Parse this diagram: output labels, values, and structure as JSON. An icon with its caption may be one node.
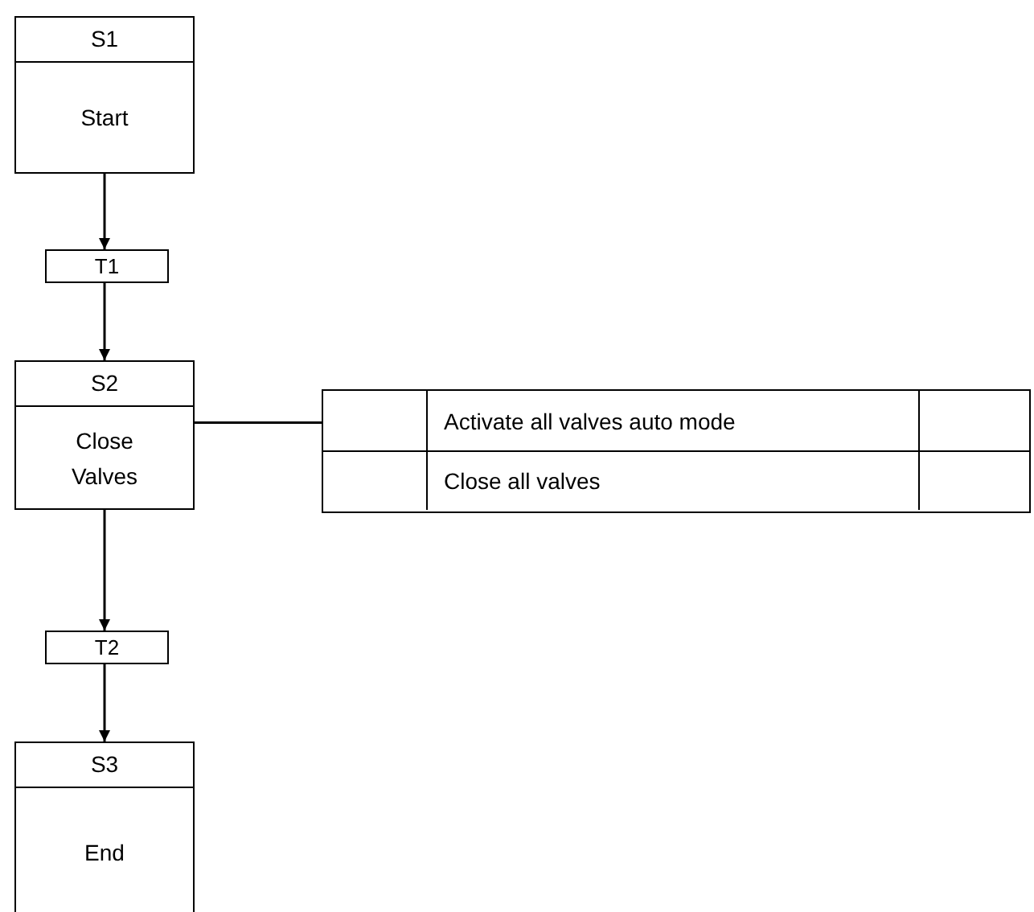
{
  "diagram": {
    "nodes": [
      {
        "text": [
          "S1",
          "Start"
        ]
      },
      {
        "text": [
          "T1"
        ]
      },
      {
        "text": [
          "S2",
          "Close Valves"
        ]
      },
      {
        "text": [
          "Activate all valves auto mode",
          "Close all valves"
        ]
      },
      {
        "text": [
          "T2"
        ]
      },
      {
        "text": [
          "S3",
          "End"
        ]
      }
    ],
    "edges": [
      {
        "from": 0,
        "to": 1,
        "arrow": "to"
      },
      {
        "from": 1,
        "to": 2,
        "arrow": "to"
      },
      {
        "from": 2,
        "to": 3,
        "arrow": "none"
      },
      {
        "from": 2,
        "to": 4,
        "arrow": "to"
      },
      {
        "from": 4,
        "to": 5,
        "arrow": "to"
      }
    ]
  }
}
